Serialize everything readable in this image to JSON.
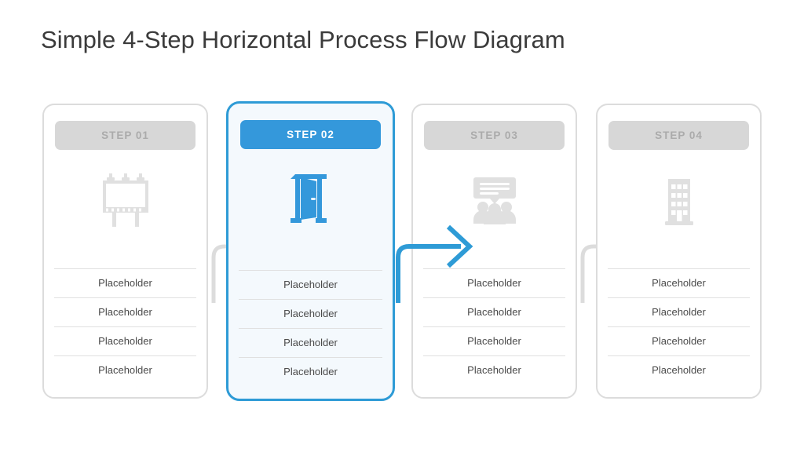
{
  "slide": {
    "title": "Simple 4-Step Horizontal Process Flow Diagram",
    "background_color": "#ffffff"
  },
  "theme": {
    "accent_color": "#3498db",
    "accent_border_color": "#2e9bd6",
    "accent_bg_color": "#f4f9fd",
    "muted_fill_color": "#d7d7d7",
    "muted_text_color": "#ababab",
    "card_border_color": "#dcdcdc",
    "divider_color": "#e0e0e0",
    "body_text_color": "#4a4a4a",
    "title_text_color": "#3b3b3b",
    "arrow_muted_color": "#dcdcdc",
    "arrow_accent_color": "#2e9bd6"
  },
  "steps": [
    {
      "label": "STEP 01",
      "icon": "billboard-icon",
      "active": false,
      "items": [
        "Placeholder",
        "Placeholder",
        "Placeholder",
        "Placeholder"
      ]
    },
    {
      "label": "STEP 02",
      "icon": "open-door-icon",
      "active": true,
      "items": [
        "Placeholder",
        "Placeholder",
        "Placeholder",
        "Placeholder"
      ]
    },
    {
      "label": "STEP 03",
      "icon": "presentation-audience-icon",
      "active": false,
      "items": [
        "Placeholder",
        "Placeholder",
        "Placeholder",
        "Placeholder"
      ]
    },
    {
      "label": "STEP 04",
      "icon": "office-building-icon",
      "active": false,
      "items": [
        "Placeholder",
        "Placeholder",
        "Placeholder",
        "Placeholder"
      ]
    }
  ],
  "connectors": [
    {
      "name": "arrow-step1-to-step2",
      "style": "muted"
    },
    {
      "name": "arrow-step2-to-step3",
      "style": "accent"
    },
    {
      "name": "arrow-step3-to-step4",
      "style": "muted"
    }
  ]
}
